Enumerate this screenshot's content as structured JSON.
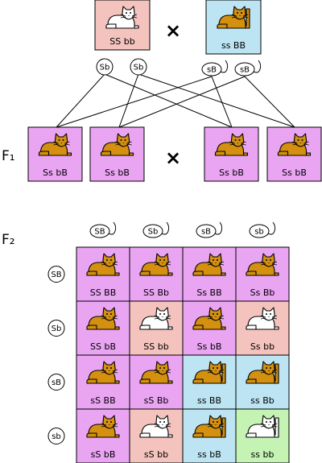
{
  "colors": {
    "pink": "#f4c3be",
    "blue": "#bde4f2",
    "purple": "#e9a5f2",
    "green": "#c4f3b4",
    "cat_orange": "#d4900e",
    "cat_white": "#ffffff",
    "outline": "#000000"
  },
  "generation_labels": {
    "f1": "F₁",
    "f2": "F₂"
  },
  "cross_symbol": "×",
  "parents": [
    {
      "genotype": "SS bb",
      "color": "pink",
      "cat": "white-shorttail"
    },
    {
      "genotype": "ss BB",
      "color": "blue",
      "cat": "orange-longtail"
    }
  ],
  "parent_gametes": {
    "left": [
      "Sb",
      "Sb"
    ],
    "right": [
      "sB",
      "sB"
    ]
  },
  "f1": [
    {
      "genotype": "Ss bB",
      "color": "purple",
      "cat": "orange-shorttail"
    },
    {
      "genotype": "Ss bB",
      "color": "purple",
      "cat": "orange-shorttail"
    },
    {
      "genotype": "Ss bB",
      "color": "purple",
      "cat": "orange-shorttail"
    },
    {
      "genotype": "Ss bB",
      "color": "purple",
      "cat": "orange-shorttail"
    }
  ],
  "f2": {
    "column_gametes": [
      "SB",
      "Sb",
      "sB",
      "sb"
    ],
    "row_gametes": [
      "SB",
      "Sb",
      "sB",
      "sb"
    ],
    "cells": [
      [
        {
          "genotype": "SS BB",
          "color": "purple",
          "cat": "orange-shorttail"
        },
        {
          "genotype": "SS Bb",
          "color": "purple",
          "cat": "orange-shorttail"
        },
        {
          "genotype": "Ss BB",
          "color": "purple",
          "cat": "orange-shorttail"
        },
        {
          "genotype": "Ss Bb",
          "color": "purple",
          "cat": "orange-shorttail"
        }
      ],
      [
        {
          "genotype": "SS bB",
          "color": "purple",
          "cat": "orange-shorttail"
        },
        {
          "genotype": "SS bb",
          "color": "pink",
          "cat": "white-shorttail"
        },
        {
          "genotype": "Ss bB",
          "color": "purple",
          "cat": "orange-shorttail"
        },
        {
          "genotype": "Ss bb",
          "color": "pink",
          "cat": "white-shorttail"
        }
      ],
      [
        {
          "genotype": "sS BB",
          "color": "purple",
          "cat": "orange-shorttail"
        },
        {
          "genotype": "sS Bb",
          "color": "purple",
          "cat": "orange-shorttail"
        },
        {
          "genotype": "ss BB",
          "color": "blue",
          "cat": "orange-longtail"
        },
        {
          "genotype": "ss Bb",
          "color": "blue",
          "cat": "orange-longtail"
        }
      ],
      [
        {
          "genotype": "sS bB",
          "color": "purple",
          "cat": "orange-shorttail"
        },
        {
          "genotype": "sS bb",
          "color": "pink",
          "cat": "white-shorttail"
        },
        {
          "genotype": "ss bB",
          "color": "blue",
          "cat": "orange-longtail"
        },
        {
          "genotype": "ss bb",
          "color": "green",
          "cat": "white-longtail"
        }
      ]
    ]
  }
}
